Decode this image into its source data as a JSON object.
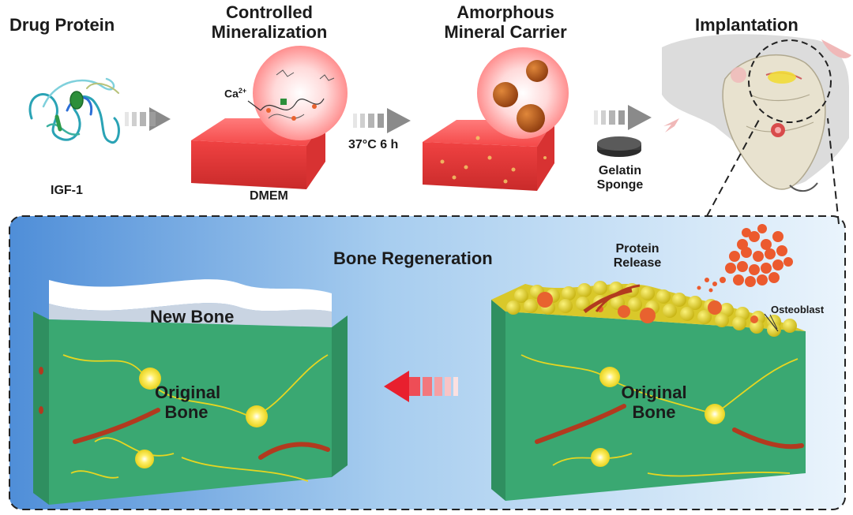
{
  "steps": {
    "drug_protein": "Drug Protein",
    "controlled_line1": "Controlled",
    "controlled_line2": "Mineralization",
    "amorphous_line1": "Amorphous",
    "amorphous_line2": "Mineral Carrier",
    "implantation": "Implantation"
  },
  "labels": {
    "igf": "IGF-1",
    "dmem": "DMEM",
    "ca": "Ca",
    "ca_charge": "2+",
    "condition": "37°C 6 h",
    "gelatin_line1": "Gelatin",
    "gelatin_line2": "Sponge"
  },
  "regeneration": {
    "title": "Bone Regeneration",
    "new_bone": "New Bone",
    "original_line1": "Original",
    "original_line2": "Bone",
    "protein_line1": "Protein",
    "protein_line2": "Release",
    "osteoblast": "Osteoblast"
  },
  "colors": {
    "bone_green": "#3aa872",
    "mineral_red": "#f14f4f",
    "particle_orange": "#e8622f",
    "osteoblast_yellow": "#e6d621"
  }
}
